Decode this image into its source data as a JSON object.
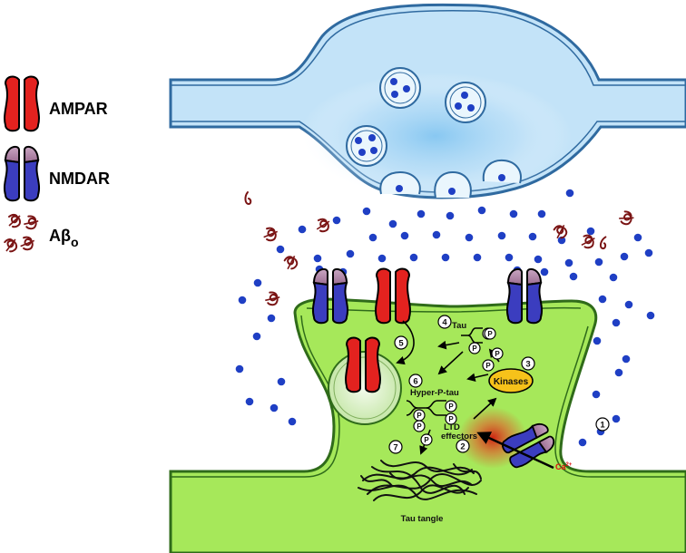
{
  "legend": {
    "ampar": "AMPAR",
    "nmdar": "NMDAR",
    "abeta": "Aβ",
    "abeta_sub": "o"
  },
  "labels": {
    "tau": "Tau",
    "hyper_p_tau": "Hyper-P-tau",
    "kinases": "Kinases",
    "ltd_effectors_1": "LTD",
    "ltd_effectors_2": "effectors",
    "tau_tangle": "Tau tangle",
    "ca": "Ca",
    "ca_sup": "2+",
    "phospho": "P"
  },
  "steps": [
    "1",
    "2",
    "3",
    "4",
    "5",
    "6",
    "7"
  ],
  "colors": {
    "presynaptic": "#b9def7",
    "presynaptic_edge": "#2f6aa0",
    "postsynaptic": "#a6e85a",
    "postsynaptic_edge": "#2f6b1a",
    "ampar": "#e3221f",
    "nmdar_body": "#3b3dbf",
    "nmdar_cap": "#b487a8",
    "abeta": "#7a1414",
    "glutamate": "#1f3fc4",
    "kinases": "#f6c21a",
    "ca_text": "#e01010"
  }
}
